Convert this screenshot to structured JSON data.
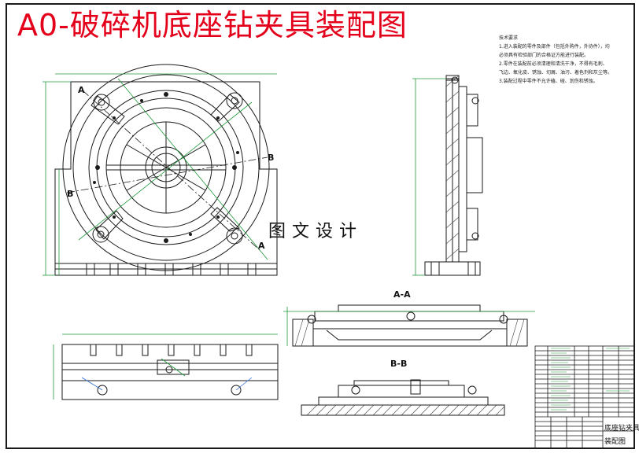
{
  "title": "A0-破碎机底座钻夹具装配图",
  "technical_requirements": {
    "heading": "技术要求",
    "lines": [
      "1.进入装配的零件及部件（包括外购件，外协件），均",
      "必须具有检验部门的合格证方能进行装配。",
      "2.零件在装配前必须清理和清洗干净，不得有毛刺、",
      "飞边、氧化皮、锈蚀、切屑、油污、着色剂和灰尘等。",
      "3.装配过程中零件不允许磕、碰、划伤和锈蚀。"
    ]
  },
  "section_labels": {
    "view_a_left": "A",
    "view_a_right": "A",
    "view_b_left": "B",
    "view_b_right": "B",
    "section_aa": "A-A",
    "section_bb": "B-B"
  },
  "watermark": "图文设计",
  "title_block": {
    "name": "底座钻夹具",
    "drawing_type": "装配图"
  },
  "colors": {
    "title": "#e4001b",
    "line": "#1a1a1a",
    "green": "#1f9a3a",
    "blue": "#2f6fd6",
    "hatch": "#444444"
  }
}
